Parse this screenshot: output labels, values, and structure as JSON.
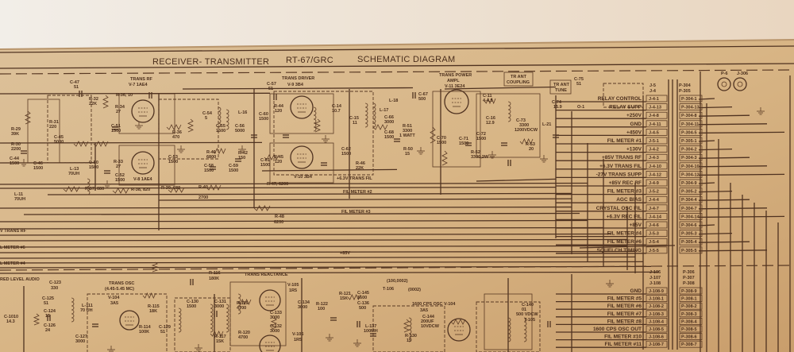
{
  "title": {
    "left": "RECEIVER- TRANSMITTER",
    "model": "RT-67/GRC",
    "right": "SCHEMATIC  DIAGRAM"
  },
  "sections": {
    "trans_rf": "TRANS RF",
    "trans_rf_tube": "V-7  1AE4",
    "trans_rf_tube2": "V-8  1AE4",
    "trans_driver": "TRANS  DRIVER",
    "trans_driver_tube": "V-9   3B4",
    "trans_driver_tube2": "V-10  3B4",
    "trans_power": "TRANS POWER",
    "trans_power2": "AMPL",
    "trans_power_tube": "V-11 3E24",
    "tr_ant_coupling1": "TR ANT",
    "tr_ant_coupling2": "COUPLING",
    "tr_ant_tune1": "TR ANT",
    "tr_ant_tune2": "TUNE",
    "trans_osc": "TRANS OSC",
    "trans_osc_range": "(4.45-5.45 MC)",
    "trans_reactance": "TRANS  REACTANCE",
    "osc_1600": "1600  CPS  OSC  V-104",
    "osc_1600_tube": "3A5",
    "red_level_audio": "RED LEVEL AUDIO",
    "v105": "V-105",
    "v105_type": "1R5",
    "v106": "V-106",
    "v106_type": "1R5",
    "v104": "V-104",
    "v104_type": "3A5"
  },
  "bus_labels": {
    "fil_meter_2": "FIL METER #2",
    "fil_meter_3": "FIL METER #3",
    "trans_fil": "+6.3V TRANS FIL",
    "plus85": "+85V",
    "trans_rf_left": "V TRANS RF",
    "meter_6": "L METER #6",
    "meter_4": "L METER #4"
  },
  "components": {
    "c47": "C-47",
    "c47v": "51",
    "r32": "R-32",
    "r32v": "22K",
    "r36": "R-36, 10",
    "r34": "R-34",
    "r34v": "27",
    "c51": "C-51",
    "c51v": "1500",
    "r31": "R-31",
    "r31v": "220",
    "c45": "C-45",
    "c45v": "5000",
    "r29": "R-29",
    "r29v": "39K",
    "r30": "R-30",
    "r30v": "2200",
    "c44": "C-44",
    "c44v": "1500",
    "c46": "C-46",
    "c46v": "1500",
    "l13": "L-13",
    "l13v": "70UH",
    "l11": "L-11",
    "l11v": "70UH",
    "c50": "C-50",
    "c50v": "1500",
    "r33": "R-33",
    "r33v": "27",
    "c52": "C-52",
    "c52v": "1500",
    "r37": "R-37, 680",
    "r38": "R-38, 820",
    "r39": "R-39, 680",
    "r40": "R-40",
    "r40v": "2700",
    "r36b": "R-36",
    "r36bv": "470",
    "c53": "C-53",
    "c53v": "1500",
    "c54": "C-54",
    "c54v": "5",
    "c55": "C-55",
    "c55v": "1500",
    "c56": "C-56",
    "c56v": "5000",
    "l16": "L-16",
    "r41": "R-41",
    "r41v": "6800",
    "r42": "R-42",
    "r42v": "150",
    "c58": "C-58",
    "c58v": "1500",
    "c59": "C-59",
    "c59v": "1500",
    "c57": "C-57",
    "c57v": "51",
    "c60": "C-60",
    "c60v": "1500",
    "r44": "R-44",
    "r44v": "120",
    "r45": "R-45",
    "r45v": "120",
    "c61": "C-61",
    "c61v": "1500",
    "c14": "C-14",
    "c14v": "10.7",
    "c15": "C-15",
    "c15v": "11",
    "l17": "L-17",
    "l18": "L-18",
    "c66": "C-66",
    "c66v": "3000",
    "c68": "C-68",
    "c68v": "1500",
    "c62": "C-62",
    "c62v": "1500",
    "r46": "R-46",
    "r46v": "22K",
    "r47": "R-47, 6200",
    "r48": "R-48",
    "r48v": "6200",
    "c67": "C-67",
    "c67v": "500",
    "r50": "R-50",
    "r50v": "15",
    "r51": "R-51",
    "r51v": "3300",
    "r51w": "1 WATT",
    "c70": "C-70",
    "c70v": "1500",
    "c71": "C-71",
    "c71v": "1500",
    "c72": "C-72",
    "c72v": "1500",
    "r52": "R-52",
    "r52v": "3300,2W",
    "c11": "C-11",
    "c11v": "4-4.5",
    "c16": "C-16",
    "c16v": "12.9",
    "c73": "C-73",
    "c73v": "3300",
    "c73w": "1200VDCW",
    "r53": "R-53",
    "r53v": "20",
    "l21": "L-21",
    "c74": "C-74",
    "c74v": "15.9",
    "c75": "C-75",
    "c75v": "51",
    "r116": "R-116",
    "r116v": "180K",
    "c123": "C-123",
    "c123v": "330",
    "c1010": "C-1010",
    "c1010v": "14.3",
    "c125": "C-125",
    "c125v": "51",
    "c124": "C-124",
    "c124v": "15",
    "c126": "C-126",
    "c126v": "24",
    "l111": "L-111",
    "l111v": "70 UH",
    "c127": "C-127",
    "c127v": "3000",
    "r115": "R-115",
    "r115v": "18K",
    "r114": "R-114",
    "r114v": "100K",
    "c129": "C-129",
    "c129v": "51",
    "c130": "C-130",
    "c130v": "1500",
    "c131": "C-131",
    "c131v": "3000",
    "r117": "R-117",
    "r117v": "15K",
    "r119": "R-119",
    "r119v": "4700",
    "r120": "R-120",
    "r120v": "4700",
    "c133": "C-133",
    "c133v": "3000",
    "c132": "C-132",
    "c132v": "3000",
    "c134": "C-134",
    "c134v": "3000",
    "r122": "R-122",
    "r122v": "100",
    "r121": "R-121",
    "r121v": "15K",
    "c145": "C-145",
    "c145v": "1600",
    "c136": "C-136",
    "c136v": "500",
    "t106": "T-106",
    "t106a": "(100,0002)",
    "t106b": "(0002)",
    "c144": "C-144",
    "c144v": "200UF",
    "c144w": "10VDCW",
    "l137": "L-137",
    "l137v": "100MH",
    "r130": "R-130",
    "r130v": "15",
    "c140": "C-140",
    "c140v": "01",
    "c140w": "500 VDCW",
    "t105": "T-105",
    "p6": "P-6",
    "j306": "J-306",
    "o1": "O-1"
  },
  "connector_headers": {
    "j5": "J-5",
    "j4": "J-4",
    "p304": "P-304",
    "p305": "P-305",
    "j106": "J-106",
    "j107": "J-107",
    "j108": "J-108",
    "p306": "P-306",
    "p307": "P-307",
    "p308": "P-308"
  },
  "connector_rows_upper": [
    {
      "label": "RELAY  CONTROL",
      "j": "J-4-1",
      "p": "P-304-1"
    },
    {
      "label": "RELAY  SUPP",
      "j": "J-4-13",
      "p": "P-304-13"
    },
    {
      "label": "+250V",
      "j": "J-4-8",
      "p": "P-304-8"
    },
    {
      "label": "GND",
      "j": "J-4-11",
      "p": "P-304-11"
    },
    {
      "label": "+450V",
      "j": "J-4-5",
      "p": "P-304-5"
    },
    {
      "label": "FIL  METER #1",
      "j": "J-5-1",
      "p": "P-305-1"
    },
    {
      "label": "+130V",
      "j": "J-4-2",
      "p": "P-304-2"
    },
    {
      "label": "+85V  TRANS  RF",
      "j": "J-4-3",
      "p": "P-304-3"
    },
    {
      "label": "+6.3V  TRANS  FIL",
      "j": "J-4-10",
      "p": "P-304-10"
    },
    {
      "label": "-27V  TRANS  SUPP",
      "j": "J-4-12",
      "p": "P-304-12"
    },
    {
      "label": "+85V  REC  RF",
      "j": "J-4-9",
      "p": "P-304-9"
    },
    {
      "label": "FIL  METER #3",
      "j": "J-5-2",
      "p": "P-305-2"
    },
    {
      "label": "AGC  BIAS",
      "j": "J-4-4",
      "p": "P-304-4"
    },
    {
      "label": "CRYSTAL  OSC  FIL",
      "j": "J-4-7",
      "p": "P-304-7"
    },
    {
      "label": "+6.3V  REC  FIL",
      "j": "J-4-14",
      "p": "P-304-14"
    },
    {
      "label": "+85V",
      "j": "J-4-6",
      "p": "P-304-6"
    },
    {
      "label": "FIL  METER #4",
      "j": "J-5-3",
      "p": "P-305-3"
    },
    {
      "label": "FIL  METER #6",
      "j": "J-5-4",
      "p": "P-305-4"
    },
    {
      "label": "SQUELCH  TIMING",
      "j": "J-5-5",
      "p": "P-305-5"
    }
  ],
  "connector_rows_lower": [
    {
      "label": "GND",
      "j": "J-108-9",
      "p": "P-308-9"
    },
    {
      "label": "FIL  METER #5",
      "j": "J-108-1",
      "p": "P-308-1"
    },
    {
      "label": "FIL  METER #6",
      "j": "J-108-2",
      "p": "P-308-2"
    },
    {
      "label": "FIL  METER #7",
      "j": "J-108-3",
      "p": "P-308-3"
    },
    {
      "label": "FIL  METER #8",
      "j": "J-108-4",
      "p": "P-308-4"
    },
    {
      "label": "1600  CPS  OSC  OUT",
      "j": "J-108-5",
      "p": "P-308-5"
    },
    {
      "label": "FIL  METER #10",
      "j": "J-108-6",
      "p": "P-308-6"
    },
    {
      "label": "FIL  METER #11",
      "j": "J-108-7",
      "p": "P-308-7"
    }
  ],
  "colors": {
    "wall": "#ece4d8",
    "paper": "#d9b98a",
    "ink": "#4f3220"
  }
}
